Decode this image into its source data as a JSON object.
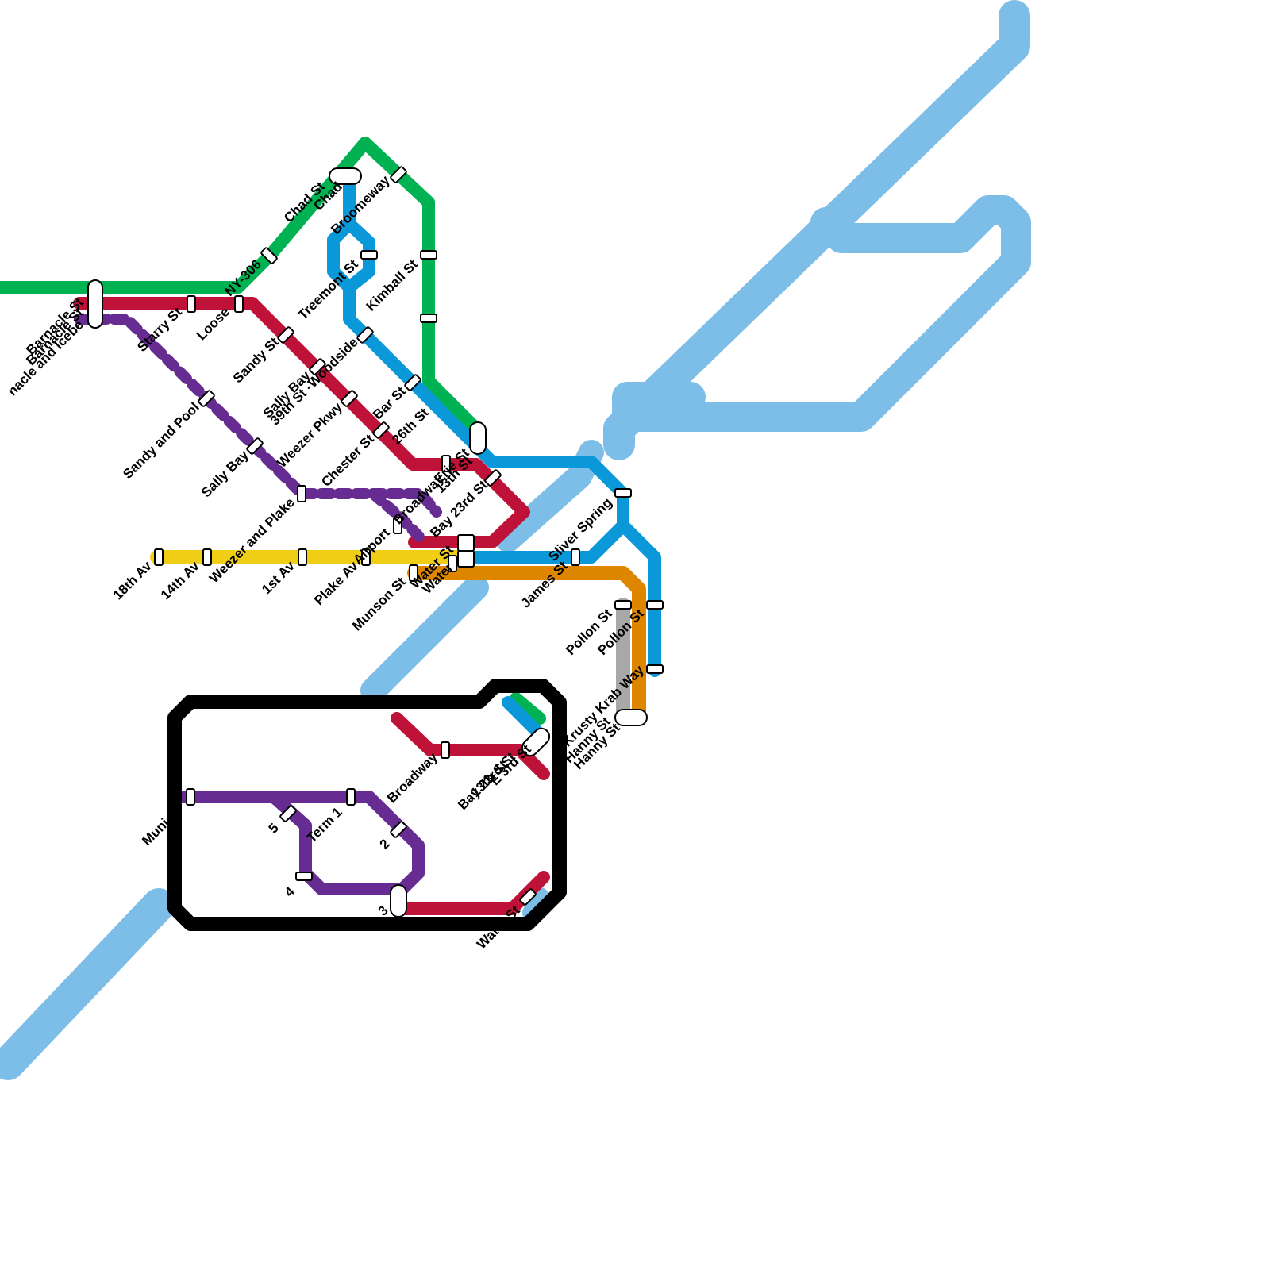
{
  "colors": {
    "water": "#7dbee8",
    "green": "#00b251",
    "red": "#be1238",
    "blue": "#0b98d9",
    "purple": "#662c91",
    "yellow": "#f0ce15",
    "orange": "#df8600",
    "gray": "#a8a8a8",
    "black": "#000000"
  },
  "lines": [
    "green",
    "red",
    "blue",
    "purple",
    "yellow",
    "orange",
    "gray",
    "black"
  ],
  "stations": {
    "barnacle_st_1": "Barnacle St",
    "barnacle_st_2": "Barnacle St",
    "barnacle_and_iceberg": "nacle and Icebe",
    "starry_st": "Starry St",
    "loose": "Loose",
    "ny_306": "NY-306",
    "chad_st": "Chad St",
    "chad": "Chad",
    "broomeway": "Broomeway",
    "treemont_st": "Treemont St",
    "kimball_st": "Kimball St",
    "sandy_st": "Sandy St",
    "sally_bay_1": "Sally Bay",
    "sally_bay_2": "Sally Bay",
    "woodside": "39th St -Woodside",
    "bar_st": "Bar St",
    "weezer_pkwy": "Weezer Pkwy",
    "sandy_and_pool": "Sandy and Pool",
    "26th_st": "26th St",
    "chester_st": "Chester St",
    "erie_st": "Erie St",
    "13th_st": "13th St",
    "broadway_upper": "Broadway",
    "weezer_and_plake": "Weezer and Plake",
    "airport": "Airport",
    "bay_23rd_st_1": "Bay 23rd St",
    "bay_23rd_st_2": "Bay 23rd St",
    "18th_av": "18th Av",
    "14th_av": "14th Av",
    "1st_av": "1st Av",
    "plake_av": "Plake Av",
    "munson_st": "Munson St",
    "water_st_1": "Water St",
    "water_1": "Water",
    "james_st": "James St",
    "sliver_spring": "Sliver Spring",
    "pollon_st_1": "Pollon St",
    "pollon_st_2": "Pollon St",
    "krusty_krab_way": "Krusty Krab Way",
    "hanny_st_1": "Hanny St",
    "hanny_st_2": "Hanny St",
    "broadway_lower": "Broadway",
    "erie_st_lower": "E 3rd St",
    "bay_23rd_lower": "Bay 23rd St",
    "13th_st_lower": "13th St",
    "munich": "Munich",
    "term_1": "Term 1",
    "t5": "5",
    "t4": "4",
    "t2": "2",
    "t3": "3",
    "water_st_2": "Water St"
  }
}
